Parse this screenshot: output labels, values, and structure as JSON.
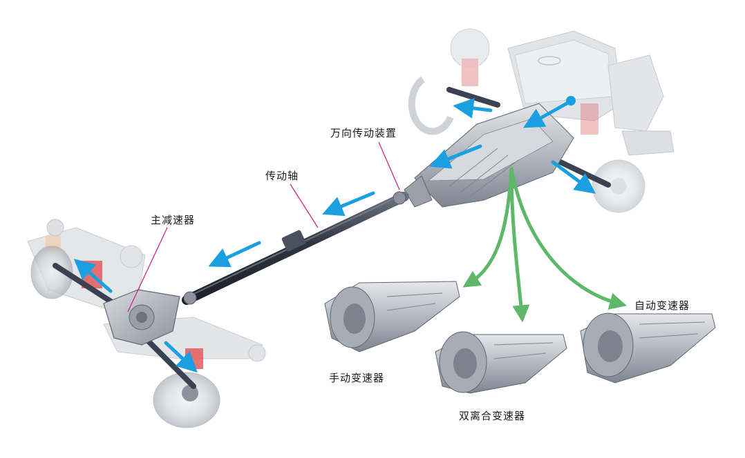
{
  "labels": {
    "universal_joint": "万向传动装置",
    "drive_shaft": "传动轴",
    "final_drive": "主减速器",
    "automatic": "自动变速器",
    "manual": "手动变速器",
    "dual_clutch": "双离合变速器"
  },
  "colors": {
    "power_flow_arrow": "#1aa0e0",
    "transmission_option_arrow": "#5fb86a",
    "leader_line": "#d2197a",
    "drive_shaft_tube": "#3a4150",
    "component_grey": "#b9bec6",
    "suspension_spring": "#e35a5a"
  },
  "icons": {
    "power_flow": "arrow-blue",
    "options": "arrow-green-curved"
  }
}
